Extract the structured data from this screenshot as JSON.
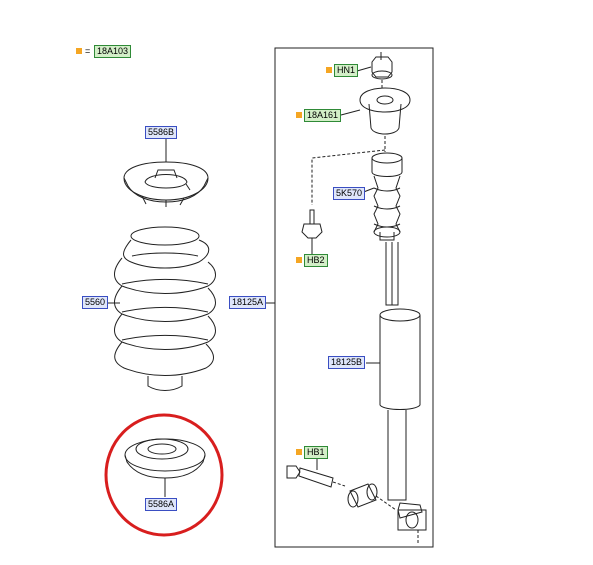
{
  "legend": {
    "equals": "=",
    "code": "18A103"
  },
  "labels": {
    "part_5586B": "5586B",
    "part_5560": "5560",
    "part_5586A": "5586A",
    "part_18125A": "18125A",
    "part_HN1": "HN1",
    "part_18A161": "18A161",
    "part_5K570": "5K570",
    "part_HB2": "HB2",
    "part_18125B": "18125B",
    "part_HB1": "HB1"
  },
  "colors": {
    "marker": "#f5a623",
    "blue_tag_border": "#3a4ec2",
    "blue_tag_fill": "#dfe6fb",
    "green_tag_border": "#2f8a37",
    "green_tag_fill": "#d3efc8",
    "highlight_circle": "#d81e1e",
    "line_art": "#222222"
  }
}
